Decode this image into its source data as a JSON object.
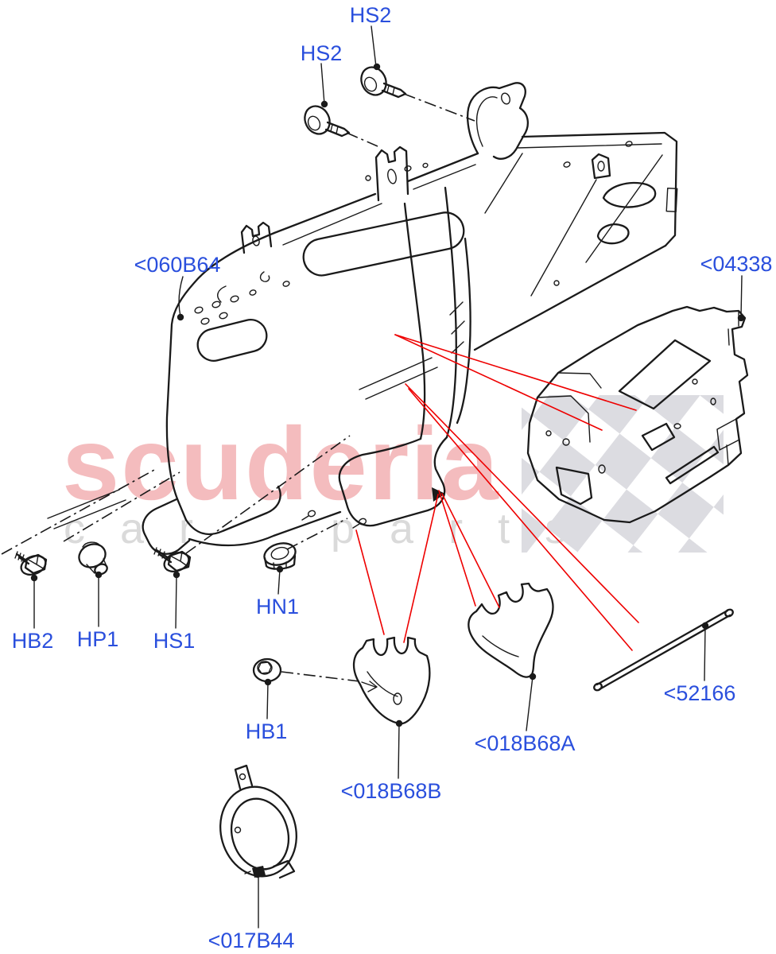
{
  "page": {
    "background": "#ffffff",
    "description": "Exploded-view parts diagram of an instrument panel reinforcement frame with fastener and part-number callouts"
  },
  "colors": {
    "label_blue": "#2a4fdd",
    "callout_red": "#ee0000",
    "line_black": "#1a1a1a",
    "watermark_pink": "#f4bcbe",
    "watermark_gray": "#dadada",
    "flag_gray": "#dcdce1"
  },
  "watermark": {
    "brand": "scuderia",
    "tagline": "car parts"
  },
  "part_labels": {
    "hs2_top": "HS2",
    "hs2_upper": "HS2",
    "frame_panel": "<060B64",
    "support_bracket": "<04338",
    "hb2": "HB2",
    "hp1": "HP1",
    "hs1": "HS1",
    "hn1": "HN1",
    "hb1": "HB1",
    "bracket_lower_b": "<018B68B",
    "bracket_lower_a": "<018B68A",
    "support_rod": "<52166",
    "speaker_ring": "<017B44"
  }
}
